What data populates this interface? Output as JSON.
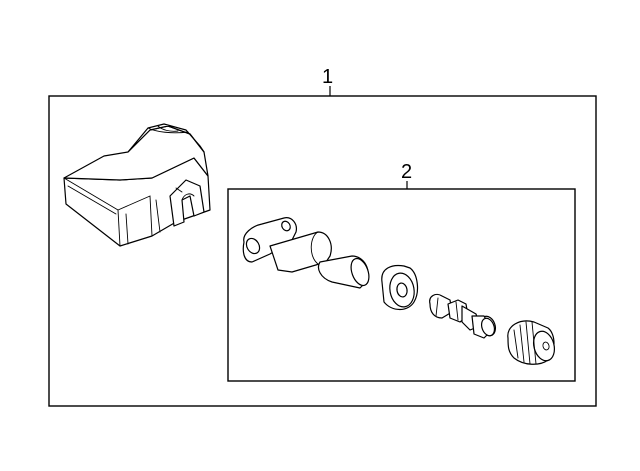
{
  "diagram": {
    "callouts": [
      {
        "id": "1",
        "label": "1"
      },
      {
        "id": "2",
        "label": "2"
      }
    ],
    "parts": [
      {
        "callout": "1",
        "name": "tire-pressure-sensor-assembly"
      },
      {
        "callout": "2",
        "name": "valve-stem-kit"
      }
    ]
  }
}
